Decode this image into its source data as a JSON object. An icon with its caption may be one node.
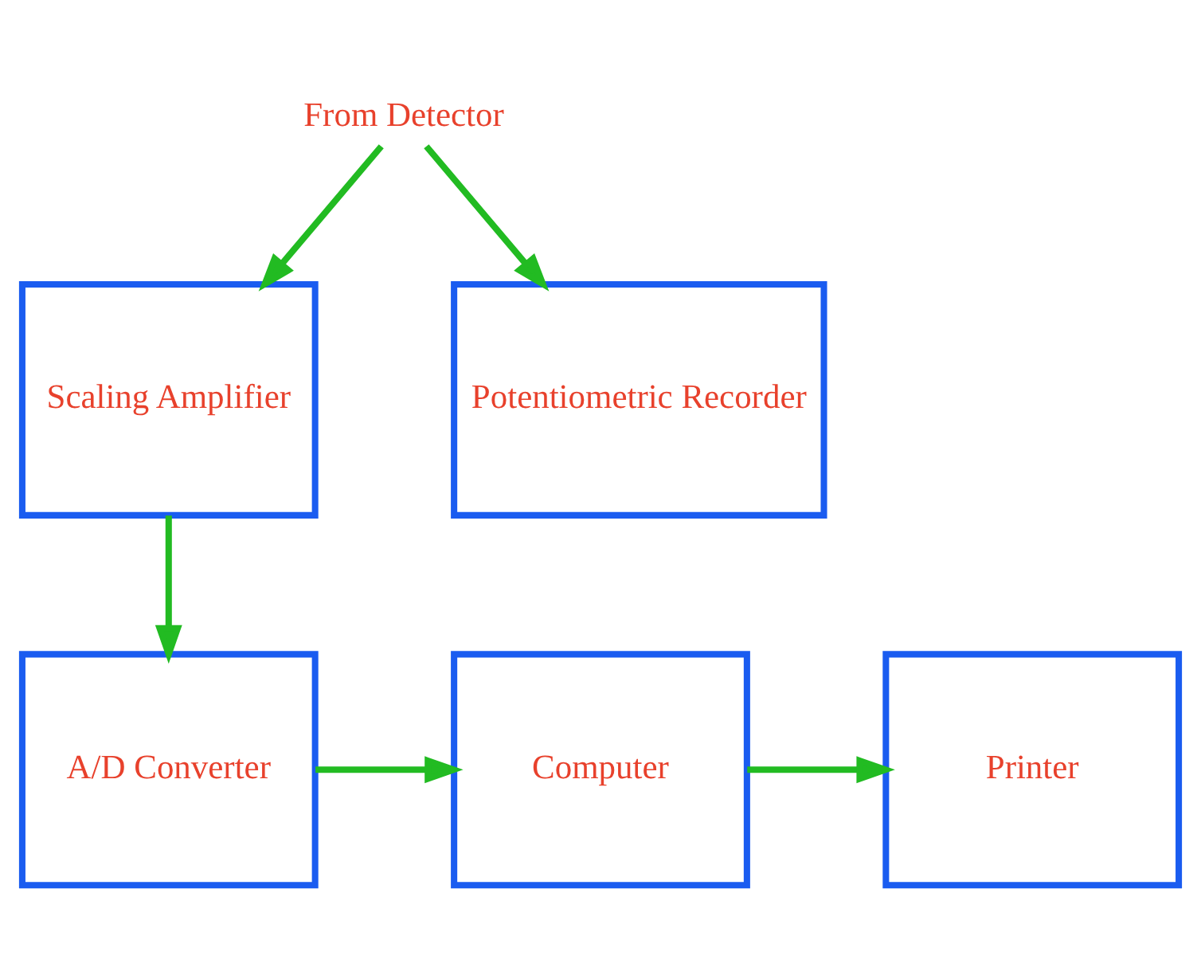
{
  "diagram": {
    "nodes": [
      {
        "text": [
          "From Detector"
        ]
      },
      {
        "text": [
          "Scaling Amplifier"
        ]
      },
      {
        "text": [
          "Potentiometric Recorder"
        ]
      },
      {
        "text": [
          "A/D Converter"
        ]
      },
      {
        "text": [
          "Computer"
        ]
      },
      {
        "text": [
          "Printer"
        ]
      }
    ],
    "edges": [
      {
        "from": 0,
        "to": 1,
        "arrow": "to"
      },
      {
        "from": 0,
        "to": 2,
        "arrow": "to"
      },
      {
        "from": 1,
        "to": 3,
        "arrow": "to"
      },
      {
        "from": 3,
        "to": 4,
        "arrow": "to"
      },
      {
        "from": 4,
        "to": 5,
        "arrow": "to"
      }
    ]
  }
}
